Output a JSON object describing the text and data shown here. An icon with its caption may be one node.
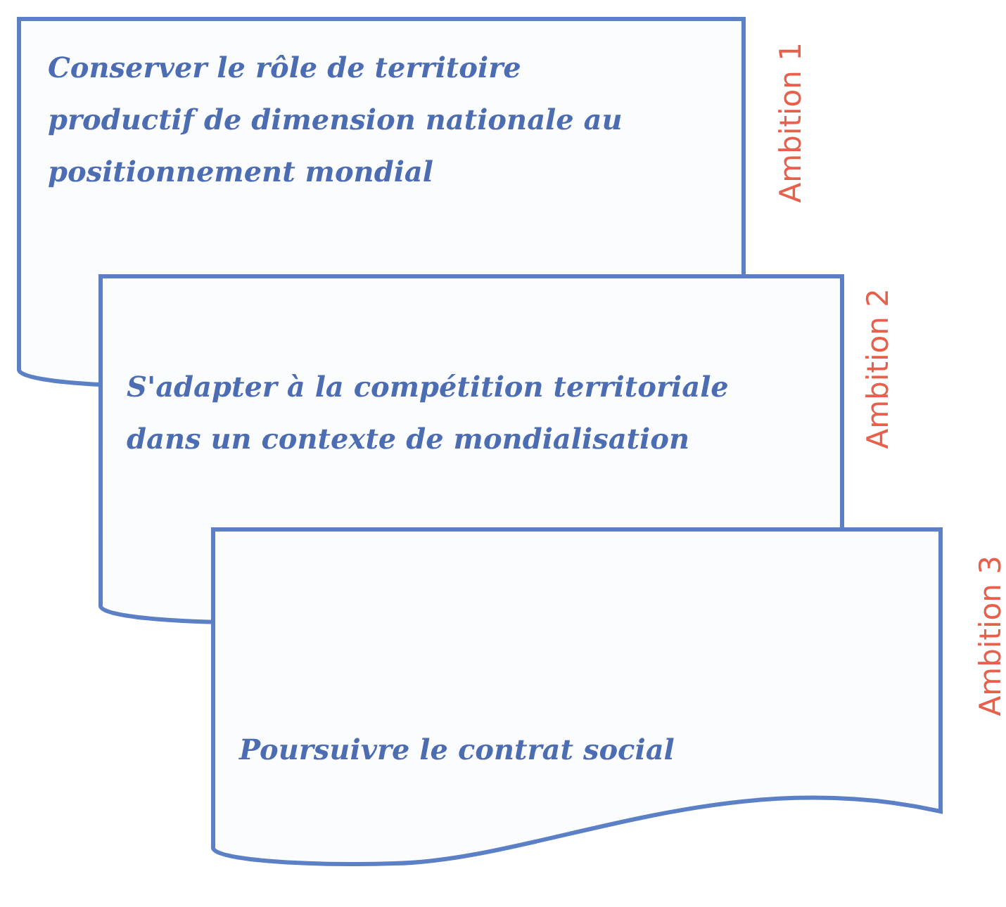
{
  "diagram": {
    "nodes": [
      {
        "text": [
          "Conserver le rôle de territoire productif de dimension nationale au positionnement mondial"
        ],
        "beside": [
          "Ambition 1"
        ]
      },
      {
        "text": [
          "S'adapter à la compétition territoriale dans un contexte de mondialisation"
        ],
        "beside": [
          "Ambition 2"
        ]
      },
      {
        "text": [
          "Poursuivre le contrat social"
        ],
        "beside": [
          "Ambition 3"
        ]
      }
    ]
  }
}
